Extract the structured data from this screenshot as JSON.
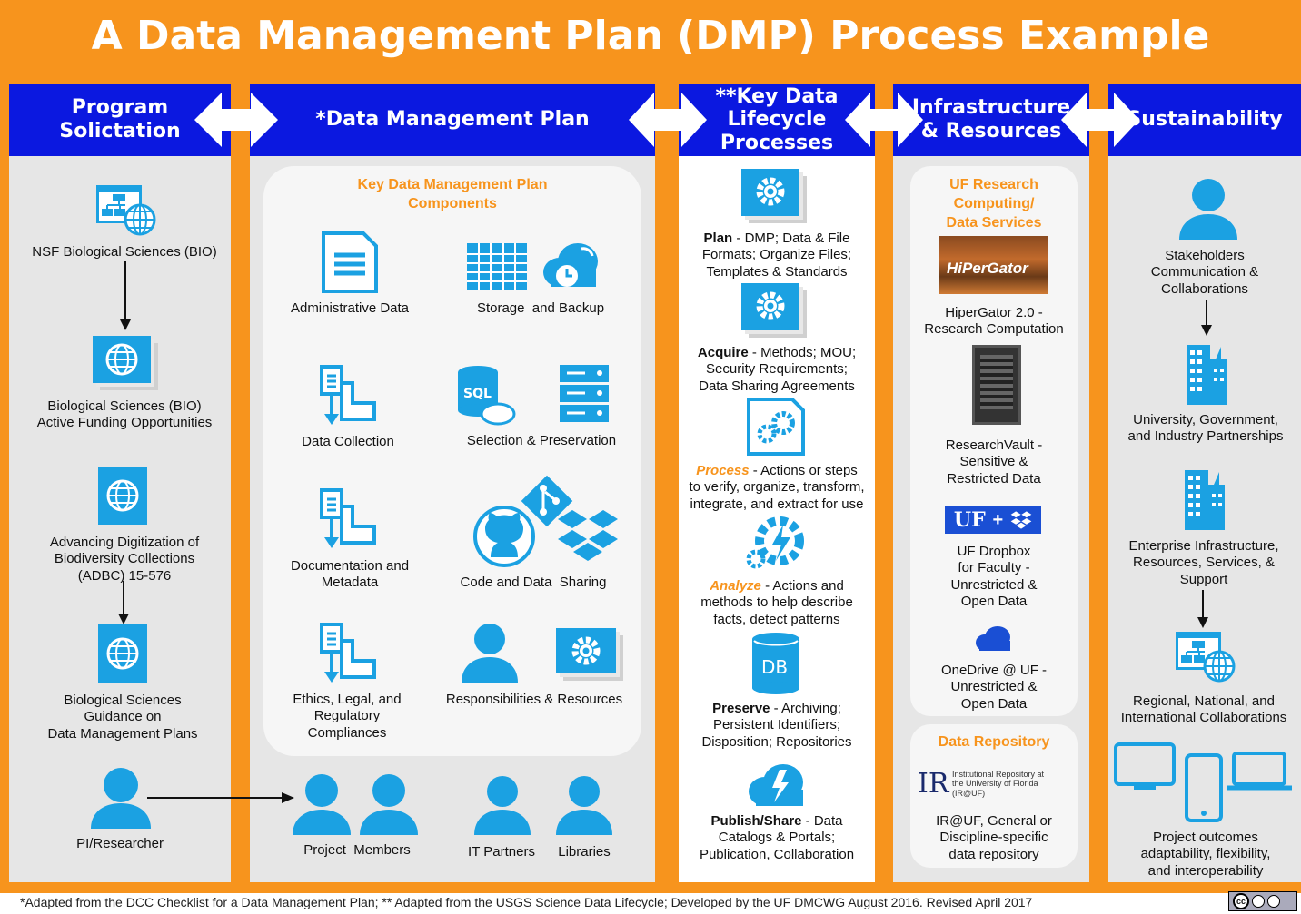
{
  "title": "A Data Management Plan (DMP) Process Example",
  "headers": {
    "program": "Program\nSolictation",
    "dmp": "*Data Management Plan",
    "lifecycle": "**Key Data\nLifecycle\nProcesses",
    "infra": "Infrastructure\n& Resources",
    "sustain": "Sustainability"
  },
  "program": {
    "items": [
      "NSF Biological Sciences (BIO)",
      "Biological Sciences (BIO)\nActive Funding Opportunities",
      "Advancing Digitization of\nBiodiversity Collections\n(ADBC) 15-576",
      "Biological Sciences\nGuidance on\nData Management Plans",
      "PI/Researcher"
    ]
  },
  "dmp": {
    "subtitle": "Key Data Management Plan\nComponents",
    "components": [
      "Administrative Data",
      "Storage  and Backup",
      "Data Collection",
      "Selection & Preservation",
      "Documentation and\nMetadata",
      "Code and Data  Sharing",
      "Ethics, Legal, and\nRegulatory\nCompliances",
      "Responsibilities & Resources"
    ],
    "people": [
      "Project  Members",
      "IT Partners",
      "Libraries"
    ]
  },
  "lifecycle": {
    "steps": [
      {
        "term": "Plan",
        "desc": " - DMP; Data & File\nFormats; Organize Files;\nTemplates & Standards"
      },
      {
        "term": "Acquire",
        "desc": " - Methods; MOU;\nSecurity Requirements;\nData Sharing Agreements"
      },
      {
        "term": "Process",
        "desc": " - Actions or steps\nto verify, organize, transform,\nintegrate, and extract for use"
      },
      {
        "term": "Analyze",
        "desc": " - Actions and\nmethods to help describe\nfacts, detect patterns"
      },
      {
        "term": "Preserve",
        "desc": " - Archiving;\nPersistent Identifiers;\nDisposition; Repositories"
      },
      {
        "term": "Publish/Share",
        "desc": " - Data\nCatalogs & Portals;\nPublication, Collaboration"
      }
    ],
    "db_label": "DB"
  },
  "infra": {
    "subtitle": "UF Research\nComputing/\nData Services",
    "hipergator_img_text": "HiPerGator",
    "items": [
      "HiperGator 2.0 -\nResearch Computation",
      "ResearchVault -\nSensitive &\nRestricted Data",
      "UF Dropbox\nfor Faculty -\nUnrestricted  &\nOpen Data",
      "OneDrive @ UF -\nUnrestricted &\nOpen Data"
    ],
    "uf_logo": "UF",
    "plus": "+",
    "repo_subtitle": "Data Repository",
    "ir_logo": "IR",
    "ir_caption": "Institutional Repository at\nthe University of Florida\n(IR@UF)",
    "repo_item": "IR@UF, General or\nDiscipline-specific\ndata repository"
  },
  "sustain": {
    "items": [
      "Stakeholders\nCommunication &\nCollaborations",
      "University, Government,\nand Industry Partnerships",
      "Enterprise Infrastructure,\nResources, Services, &\nSupport",
      "Regional, National, and\nInternational Collaborations",
      "Project outcomes\nadaptability, flexibility,\nand interoperability"
    ]
  },
  "footer": "*Adapted from the DCC Checklist for a Data Management Plan; ** Adapted from the USGS Science Data Lifecycle; Developed by the UF DMCWG August 2016. Revised April 2017",
  "license": "cc",
  "colors": {
    "orange": "#f7941d",
    "blue": "#0b18e0",
    "icon": "#1ba1e2",
    "gray": "#e6e6e6"
  }
}
